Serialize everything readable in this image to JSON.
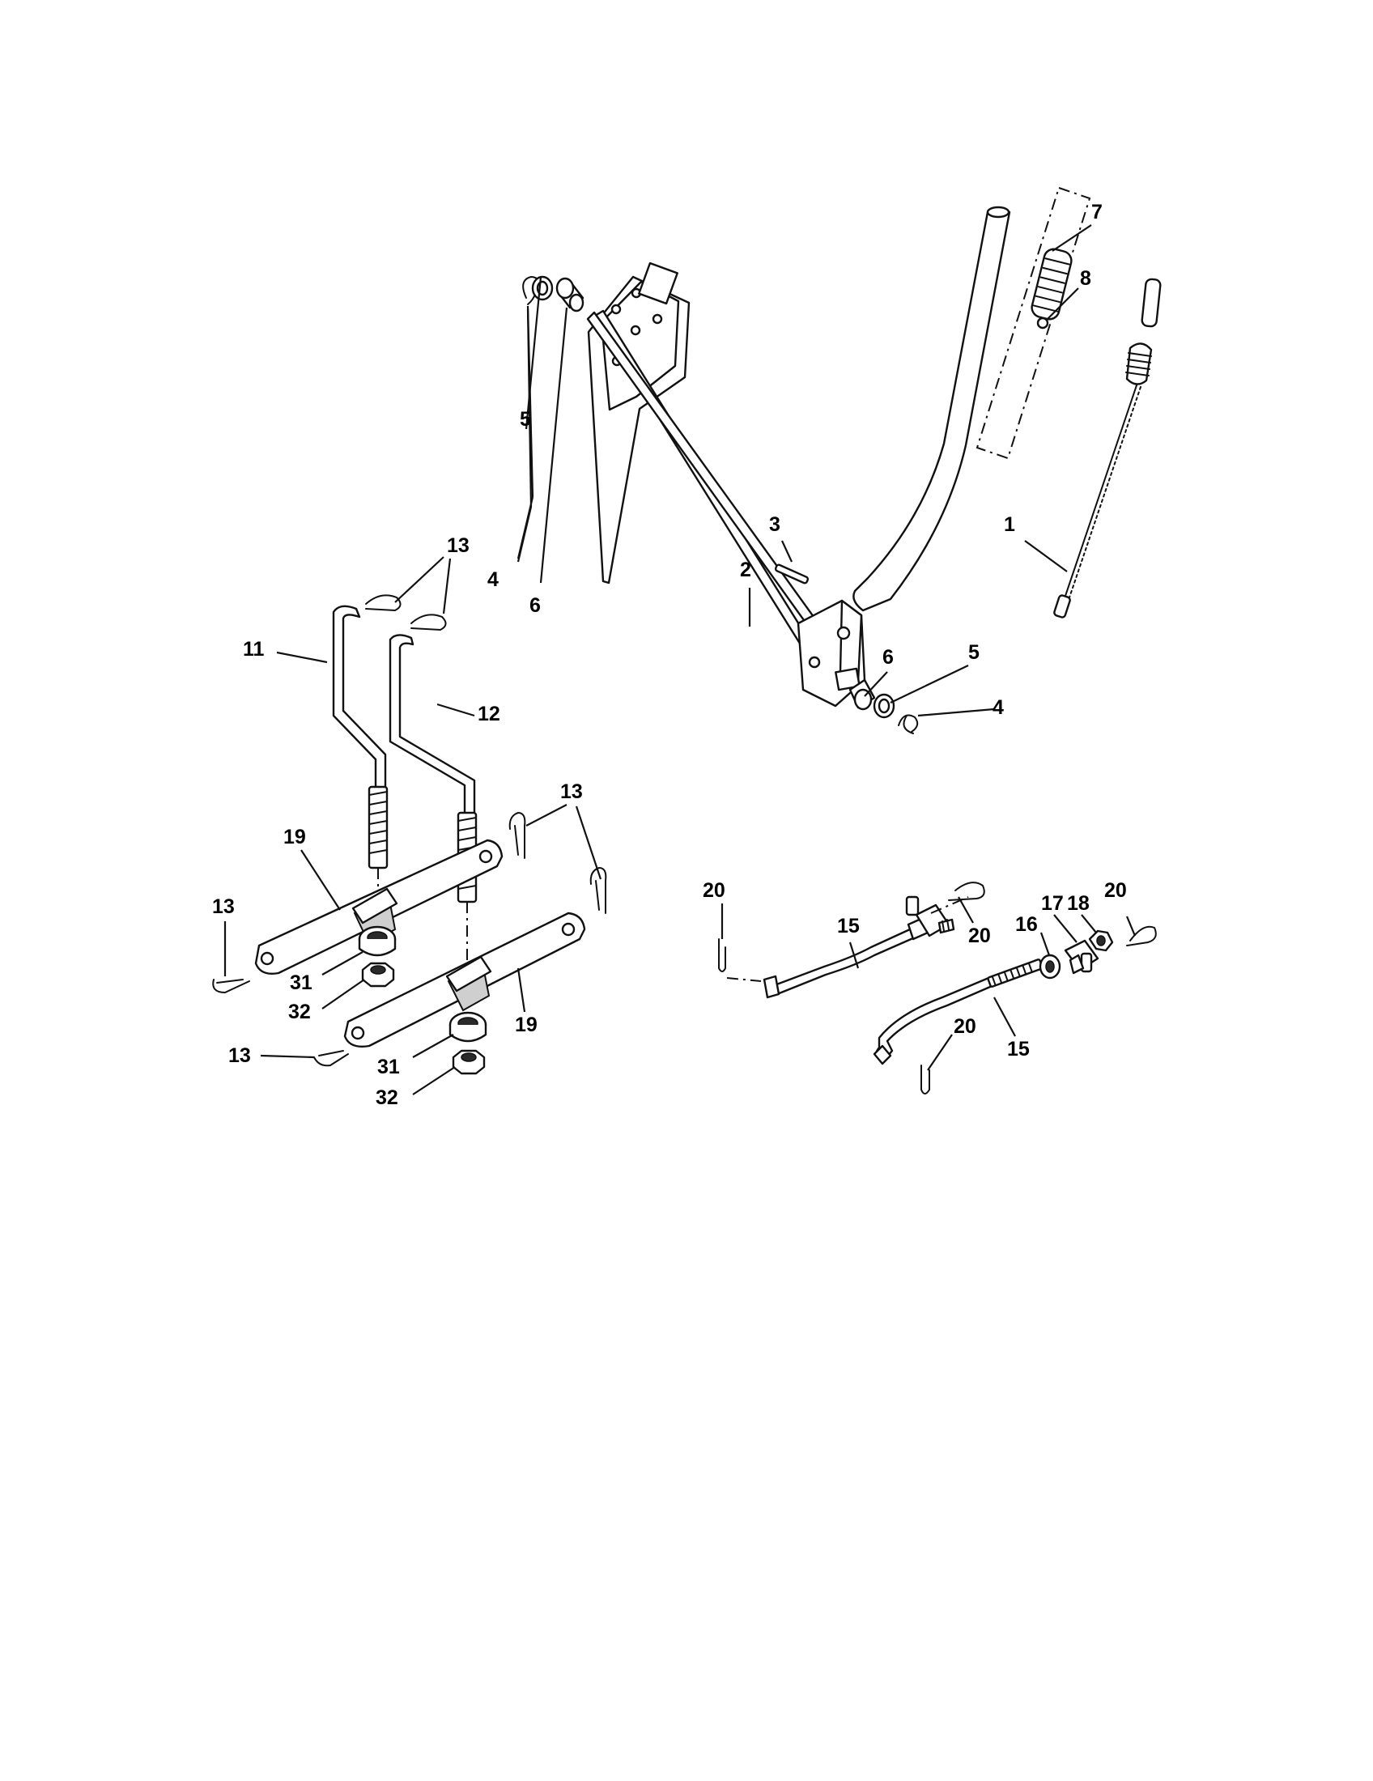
{
  "colors": {
    "ink": "#111111",
    "background": "#ffffff",
    "shading": "#cfcfcf"
  },
  "callouts": {
    "c1": "1",
    "c2": "2",
    "c3": "3",
    "c4a": "4",
    "c4b": "4",
    "c5a": "5",
    "c5b": "5",
    "c6a": "6",
    "c6b": "6",
    "c7": "7",
    "c8": "8",
    "c11": "11",
    "c12": "12",
    "c13a": "13",
    "c13b": "13",
    "c13c": "13",
    "c13d": "13",
    "c15a": "15",
    "c15b": "15",
    "c16": "16",
    "c17": "17",
    "c18": "18",
    "c19a": "19",
    "c19b": "19",
    "c20a": "20",
    "c20b": "20",
    "c20c": "20",
    "c20d": "20",
    "c31a": "31",
    "c31b": "31",
    "c32a": "32",
    "c32b": "32"
  }
}
